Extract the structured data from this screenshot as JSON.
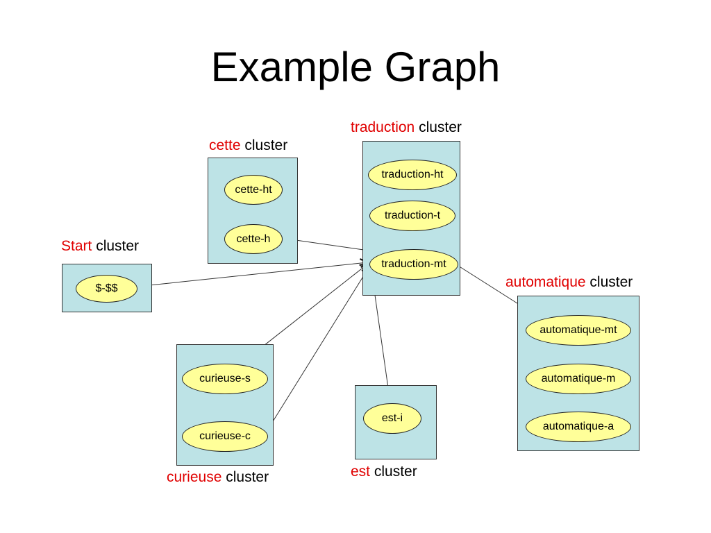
{
  "title": "Example Graph",
  "colors": {
    "cluster_fill": "#bde3e6",
    "node_fill": "#ffff99",
    "keyword": "#e00000",
    "edge": "#333333"
  },
  "clusters": {
    "start": {
      "word": "Start",
      "suffix": " cluster",
      "nodes": [
        "$-$$"
      ]
    },
    "cette": {
      "word": "cette",
      "suffix": " cluster",
      "nodes": [
        "cette-ht",
        "cette-h"
      ]
    },
    "traduction": {
      "word": "traduction",
      "suffix": " cluster",
      "nodes": [
        "traduction-ht",
        "traduction-t",
        "traduction-mt"
      ]
    },
    "automatique": {
      "word": "automatique",
      "suffix": " cluster",
      "nodes": [
        "automatique-mt",
        "automatique-m",
        "automatique-a"
      ]
    },
    "curieuse": {
      "word": "curieuse",
      "suffix": " cluster",
      "nodes": [
        "curieuse-s",
        "curieuse-c"
      ]
    },
    "est": {
      "word": "est",
      "suffix": " cluster",
      "nodes": [
        "est-i"
      ]
    }
  },
  "edges": [
    {
      "from": "$-$$",
      "to": "traduction-mt"
    },
    {
      "from": "cette-h",
      "to": "traduction-mt"
    },
    {
      "from": "curieuse-s",
      "to": "traduction-mt"
    },
    {
      "from": "curieuse-c",
      "to": "traduction-mt"
    },
    {
      "from": "est-i",
      "to": "traduction-mt"
    },
    {
      "from": "traduction-mt",
      "to": "automatique-mt"
    }
  ]
}
